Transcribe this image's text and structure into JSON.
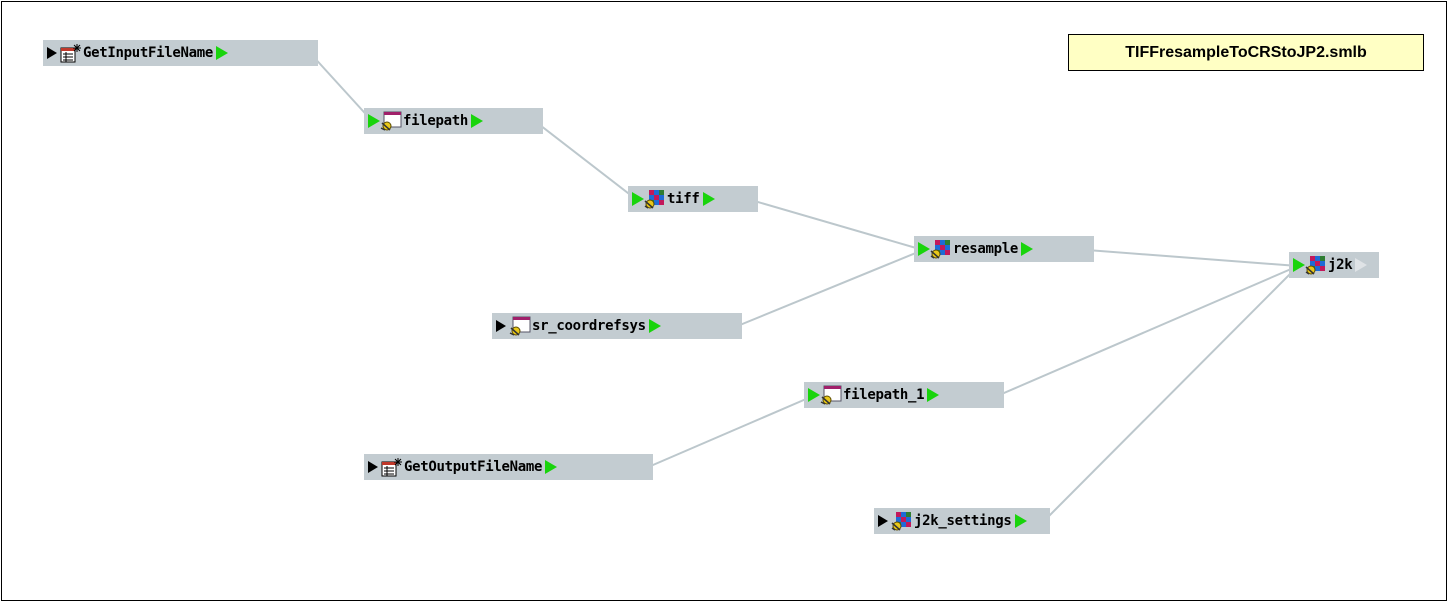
{
  "title": "TIFFresampleToCRStoJP2.smlb",
  "nodes": {
    "get_input": {
      "label": "GetInputFileName",
      "icon": "table-new-icon"
    },
    "filepath": {
      "label": "filepath",
      "icon": "window-satellite-icon"
    },
    "tiff": {
      "label": "tiff",
      "icon": "raster-satellite-icon"
    },
    "sr_coordrefsys": {
      "label": "sr_coordrefsys",
      "icon": "window-satellite-icon"
    },
    "resample": {
      "label": "resample",
      "icon": "raster-satellite-icon"
    },
    "filepath_1": {
      "label": "filepath_1",
      "icon": "window-satellite-icon"
    },
    "get_output": {
      "label": "GetOutputFileName",
      "icon": "table-new-icon"
    },
    "j2k_settings": {
      "label": "j2k_settings",
      "icon": "raster-satellite-icon"
    },
    "j2k": {
      "label": "j2k",
      "icon": "raster-satellite-icon"
    }
  },
  "edges": [
    [
      "get_input",
      "filepath"
    ],
    [
      "filepath",
      "tiff"
    ],
    [
      "tiff",
      "resample"
    ],
    [
      "sr_coordrefsys",
      "resample"
    ],
    [
      "resample",
      "j2k"
    ],
    [
      "get_output",
      "filepath_1"
    ],
    [
      "filepath_1",
      "j2k"
    ],
    [
      "j2k_settings",
      "j2k"
    ]
  ],
  "colors": {
    "node_bg": "#c3ccd1",
    "port": "#19d40c",
    "edge": "#bcc7cc",
    "title_bg": "#ffffc4"
  }
}
